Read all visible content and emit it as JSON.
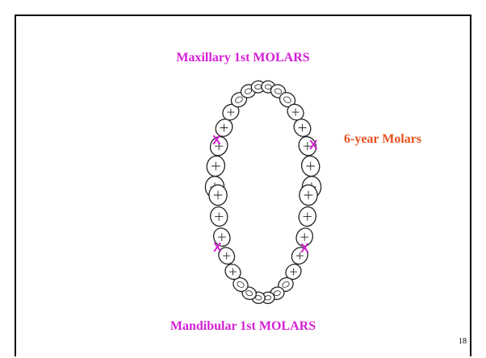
{
  "slide": {
    "upper_label": "Maxillary 1st MOLARS",
    "lower_label": "Mandibular 1st MOLARS",
    "side_label": "6-year Molars",
    "x_mark": "X",
    "page_number": "18"
  },
  "colors": {
    "magenta": "#d41fd4",
    "orange_red": "#e8501e",
    "tooth_outline": "#222222"
  }
}
